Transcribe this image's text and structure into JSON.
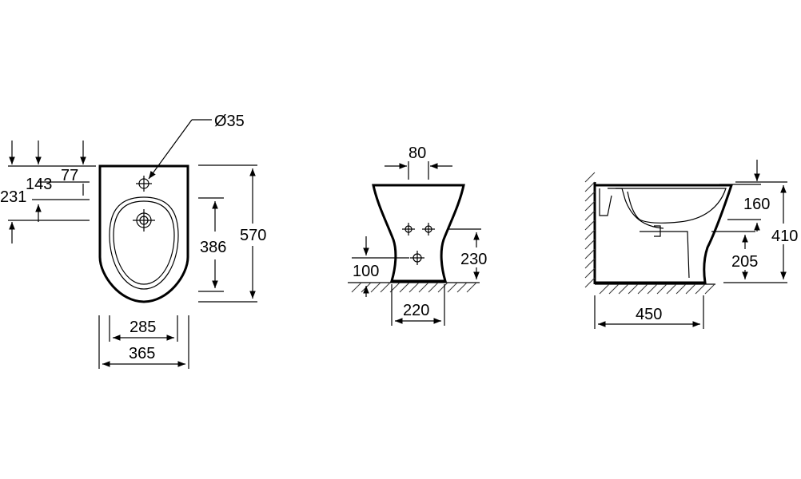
{
  "top_view": {
    "hole_diameter": "Ø35",
    "dim_143": "143",
    "dim_77": "77",
    "dim_231": "231",
    "dim_386": "386",
    "dim_570": "570",
    "dim_285": "285",
    "dim_365": "365"
  },
  "front_view": {
    "dim_80": "80",
    "dim_100": "100",
    "dim_230": "230",
    "dim_220": "220"
  },
  "side_view": {
    "dim_160": "160",
    "dim_410": "410",
    "dim_205": "205",
    "dim_450": "450"
  }
}
